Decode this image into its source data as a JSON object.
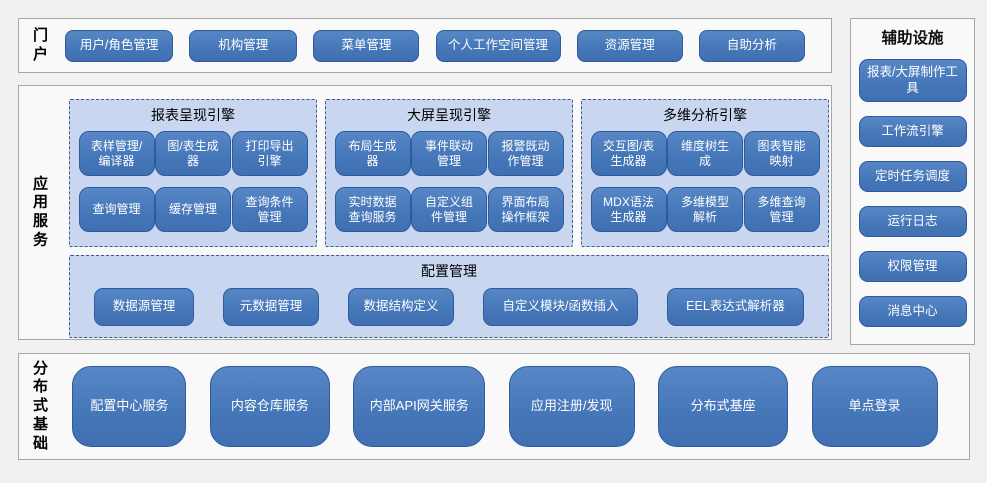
{
  "colors": {
    "page_bg": "#f1f1f1",
    "section_bg": "#f9f9f9",
    "section_border": "#a6a6a6",
    "button_fill": "#4a7ebc",
    "button_border": "#2f5a9e",
    "button_text": "#ffffff",
    "group_bg": "#c8d6f0",
    "group_border": "#44598c",
    "label_text": "#000000"
  },
  "portal": {
    "label": "门户",
    "items": [
      "用户/角色管理",
      "机构管理",
      "菜单管理",
      "个人工作空间管理",
      "资源管理",
      "自助分析"
    ]
  },
  "auxiliary": {
    "title": "辅助设施",
    "items": [
      "报表/大屏制作工具",
      "工作流引擎",
      "定时任务调度",
      "运行日志",
      "权限管理",
      "消息中心"
    ]
  },
  "app_services": {
    "label": "应用服务",
    "engines": [
      {
        "title": "报表呈现引擎",
        "items": [
          "表样管理/编译器",
          "图/表生成器",
          "打印导出引擎",
          "查询管理",
          "缓存管理",
          "查询条件管理"
        ]
      },
      {
        "title": "大屏呈现引擎",
        "items": [
          "布局生成器",
          "事件联动管理",
          "报警既动作管理",
          "实时数据查询服务",
          "自定义组件管理",
          "界面布局操作框架"
        ]
      },
      {
        "title": "多维分析引擎",
        "items": [
          "交互图/表生成器",
          "维度树生成",
          "图表智能映射",
          "MDX语法生成器",
          "多维模型解析",
          "多维查询管理"
        ]
      }
    ],
    "config": {
      "title": "配置管理",
      "items": [
        "数据源管理",
        "元数据管理",
        "数据结构定义",
        "自定义模块/函数插入",
        "EEL表达式解析器"
      ]
    }
  },
  "distributed": {
    "label": "分布式基础",
    "items": [
      "配置中心服务",
      "内容仓库服务",
      "内部API网关服务",
      "应用注册/发现",
      "分布式基座",
      "单点登录"
    ]
  }
}
